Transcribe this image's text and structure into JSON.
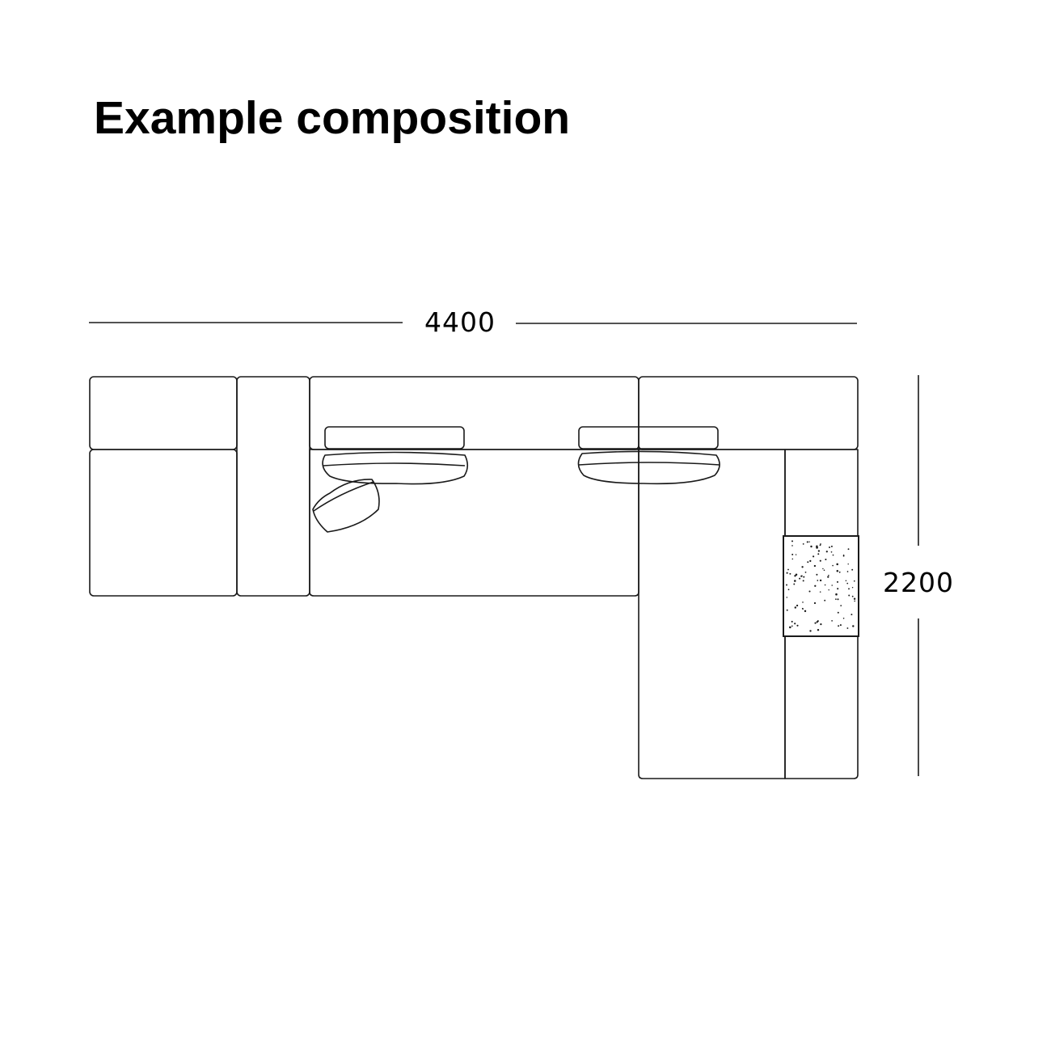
{
  "title": "Example composition",
  "dimensions": {
    "width_label": "4400",
    "depth_label": "2200"
  },
  "colors": {
    "line": "#1a1a1a",
    "text": "#000000",
    "background": "#ffffff"
  }
}
